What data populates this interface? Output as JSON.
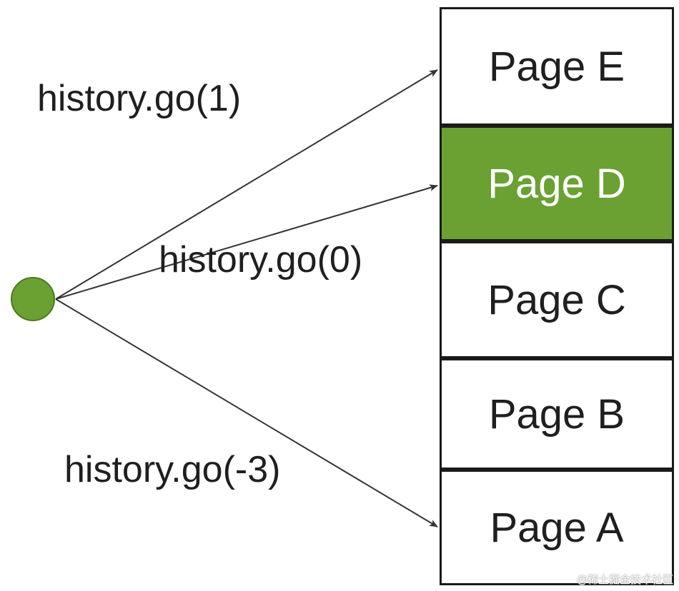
{
  "pages": [
    {
      "id": "e",
      "label": "Page E",
      "current": false
    },
    {
      "id": "d",
      "label": "Page D",
      "current": true
    },
    {
      "id": "c",
      "label": "Page C",
      "current": false
    },
    {
      "id": "b",
      "label": "Page B",
      "current": false
    },
    {
      "id": "a",
      "label": "Page A",
      "current": false
    }
  ],
  "calls": [
    {
      "label": "history.go(1)",
      "target": "e"
    },
    {
      "label": "history.go(0)",
      "target": "d"
    },
    {
      "label": "history.go(-3)",
      "target": "a"
    }
  ],
  "colors": {
    "current_fill": "#6aa132",
    "origin_fill": "#6aa132",
    "origin_stroke": "#4a7a20",
    "line": "#333333"
  },
  "watermark": "@稀土掘金技术社区"
}
